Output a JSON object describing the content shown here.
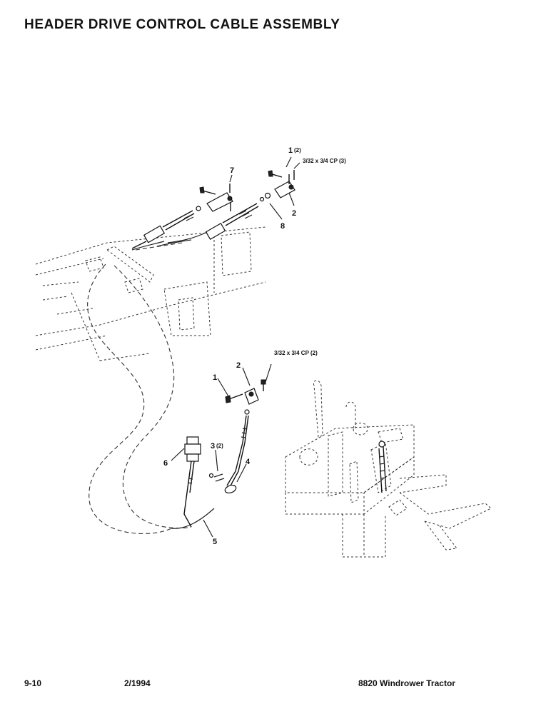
{
  "title": "HEADER DRIVE CONTROL CABLE ASSEMBLY",
  "footer": {
    "page": "9-10",
    "date": "2/1994",
    "model": "8820 Windrower Tractor"
  },
  "callouts": {
    "c1_top": "1",
    "c1_top_qty": "(2)",
    "cp_top": "3/32 x 3/4 CP (3)",
    "c7": "7",
    "c2_top": "2",
    "c8": "8",
    "cp_mid": "3/32 x 3/4 CP (2)",
    "c1_mid": "1",
    "c2_mid": "2",
    "c3": "3",
    "c3_qty": "(2)",
    "c4": "4",
    "c6": "6",
    "c5": "5"
  }
}
